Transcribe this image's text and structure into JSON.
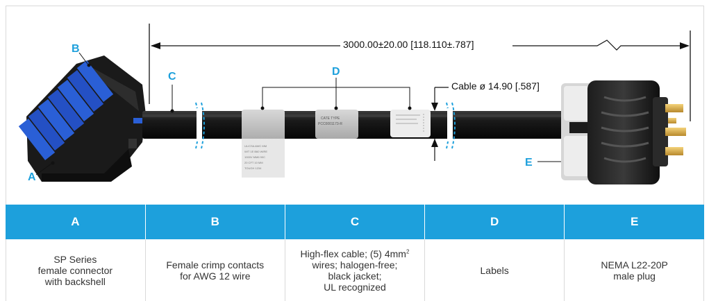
{
  "dimension": {
    "length_label": "3000.00±20.00 [118.110±.787]",
    "cable_label": "Cable ø 14.90 [.587]"
  },
  "callouts": {
    "a": "A",
    "b": "B",
    "c": "C",
    "d": "D",
    "e": "E"
  },
  "cable_labels": {
    "label1_lines": [
      "UL/CSA ... AWG",
      "UL1 ... WIRE",
      "1000V ... 90C",
      "20 ... 10 MM",
      "TOUGH ... 1234"
    ],
    "label2_lines": [
      "CATE TYPE",
      "PCC0001173-R"
    ],
    "label3_lines": [
      "",
      ""
    ]
  },
  "colors": {
    "accent": "#1da0dc",
    "cable": "#151515",
    "connector_blue": "#2a5fd6",
    "label_gray": "#bdbdbd"
  },
  "table": {
    "headers": [
      "A",
      "B",
      "C",
      "D",
      "E"
    ],
    "cells": [
      {
        "lines": [
          "SP Series",
          "female connector",
          "with backshell"
        ]
      },
      {
        "lines": [
          "Female crimp contacts",
          "for AWG 12 wire"
        ]
      },
      {
        "lines": [
          "High-flex cable; (5) 4mm",
          "wires; halogen-free;",
          "black jacket;",
          "UL recognized"
        ],
        "superscript": "2"
      },
      {
        "lines": [
          "Labels"
        ]
      },
      {
        "lines": [
          "NEMA L22-20P",
          "male plug"
        ]
      }
    ]
  }
}
